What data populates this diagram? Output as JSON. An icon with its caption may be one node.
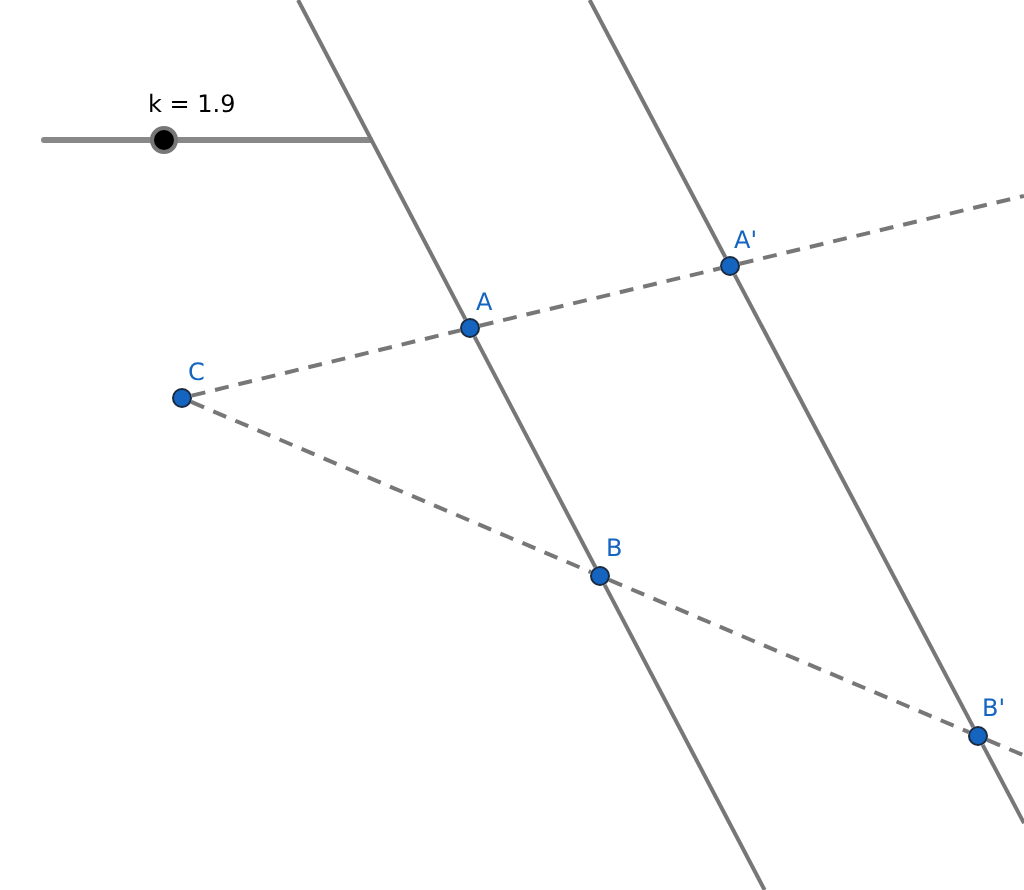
{
  "diagram": {
    "nodes": [
      {
        "text": [],
        "shape": "circle",
        "beside": [
          "C"
        ]
      },
      {
        "text": [],
        "shape": "circle",
        "beside": [
          "A"
        ]
      },
      {
        "text": [],
        "shape": "circle",
        "beside": [
          "A'"
        ]
      },
      {
        "text": [],
        "shape": "circle",
        "beside": [
          "B"
        ]
      },
      {
        "text": [],
        "shape": "circle",
        "beside": [
          "B'"
        ]
      }
    ],
    "edges": [
      {
        "from": 0,
        "to": 1,
        "arrow": "none",
        "style": "dashed"
      },
      {
        "from": 1,
        "to": 2,
        "arrow": "none",
        "style": "dashed"
      },
      {
        "from": 0,
        "to": 3,
        "arrow": "none",
        "style": "dashed"
      },
      {
        "from": 3,
        "to": 4,
        "arrow": "none",
        "style": "dashed"
      },
      {
        "from": 1,
        "to": 3,
        "arrow": "none"
      },
      {
        "from": 2,
        "to": 4,
        "arrow": "none"
      }
    ],
    "labels": [
      "k = 1.9"
    ]
  }
}
